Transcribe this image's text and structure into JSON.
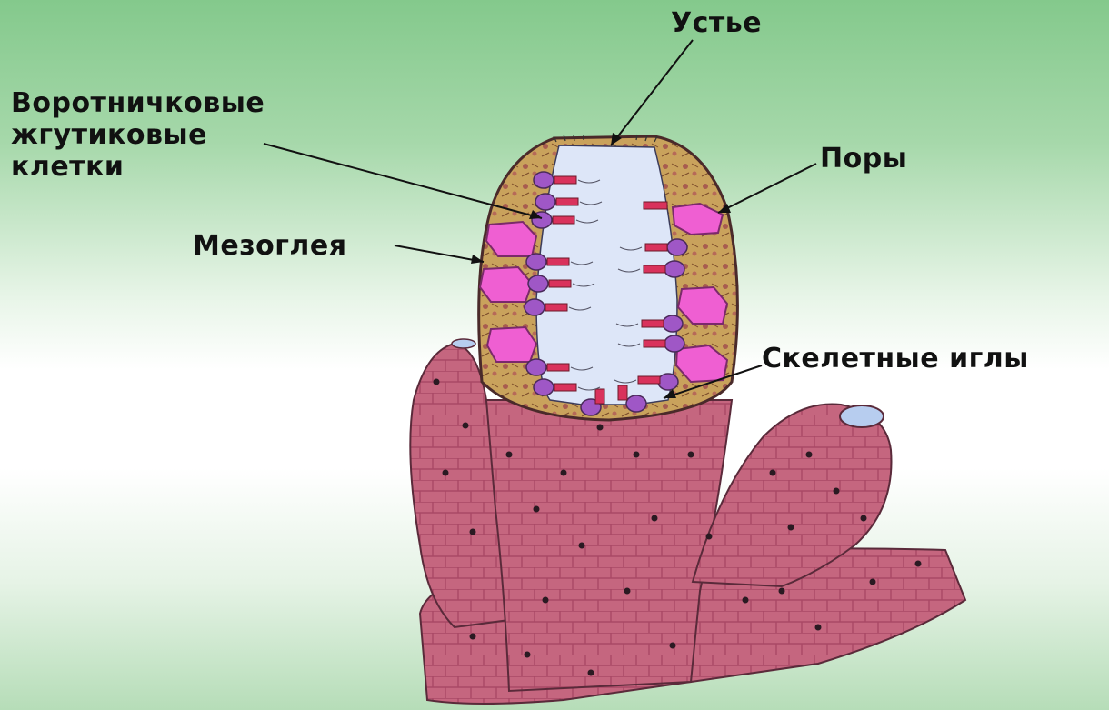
{
  "labels": {
    "ustye": "Устье",
    "collar_line1": "Воротничковые",
    "collar_line2": "жгутиковые",
    "collar_line3": "клетки",
    "pory": "Поры",
    "mezogleya": "Мезоглея",
    "skeletal_needles": "Скелетные иглы"
  },
  "colors": {
    "background_top": "#84c98c",
    "body_wall": "#c5667f",
    "body_wall_cells": "#a94865",
    "cavity": "#dde6f8",
    "mesoglea": "#c9a25c",
    "pore_cells": "#ef5fd2",
    "collar_cells": "#9f57c6",
    "collar_stalk": "#d9325c",
    "osculum": "#b7cdef"
  }
}
